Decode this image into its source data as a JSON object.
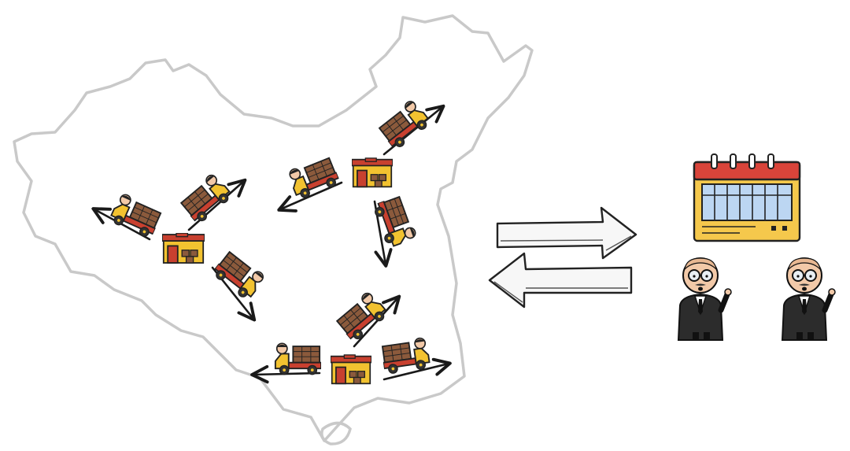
{
  "colors": {
    "background": "#ffffff",
    "map_outline": "#c9c9c9",
    "truck_yellow": "#f2c230",
    "truck_red": "#c8402f",
    "cargo_brown": "#8b5a3c",
    "arrow_black": "#1a1a1a",
    "calendar_red": "#d9443a",
    "calendar_yellow": "#f5c84c",
    "calendar_blue": "#bcd6f2",
    "suit_dark": "#2c2c2c",
    "skin": "#f2c9a8"
  },
  "icons": {
    "warehouse": "warehouse-icon",
    "truck": "delivery-truck-icon",
    "calendar": "calendar-icon",
    "manager": "manager-person-icon",
    "exchange": "two-way-exchange-arrows-icon"
  },
  "hubs": [
    {
      "id": "west"
    },
    {
      "id": "north"
    },
    {
      "id": "south"
    }
  ],
  "trucks": [
    {
      "hub": "west",
      "direction": "west"
    },
    {
      "hub": "west",
      "direction": "north-east"
    },
    {
      "hub": "west",
      "direction": "south-east"
    },
    {
      "hub": "north",
      "direction": "west"
    },
    {
      "hub": "north",
      "direction": "north-east"
    },
    {
      "hub": "north",
      "direction": "south"
    },
    {
      "hub": "south",
      "direction": "west"
    },
    {
      "hub": "south",
      "direction": "north-east"
    },
    {
      "hub": "south",
      "direction": "east"
    }
  ],
  "people": [
    {
      "role": "manager"
    },
    {
      "role": "manager"
    }
  ]
}
